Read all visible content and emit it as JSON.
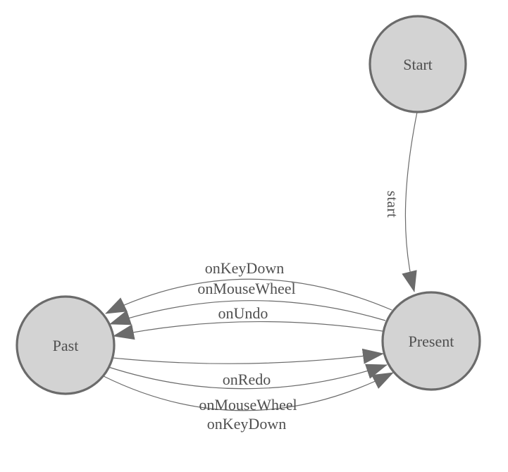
{
  "diagram": {
    "type": "state-machine",
    "nodes": [
      {
        "id": "start",
        "label": "Start"
      },
      {
        "id": "present",
        "label": "Present"
      },
      {
        "id": "past",
        "label": "Past"
      }
    ],
    "edges": [
      {
        "from": "start",
        "to": "present",
        "label": "start"
      },
      {
        "from": "present",
        "to": "past",
        "label": "onKeyDown"
      },
      {
        "from": "present",
        "to": "past",
        "label": "onMouseWheel"
      },
      {
        "from": "present",
        "to": "past",
        "label": "onUndo"
      },
      {
        "from": "past",
        "to": "present",
        "label": "onRedo"
      },
      {
        "from": "past",
        "to": "present",
        "label": "onMouseWheel"
      },
      {
        "from": "past",
        "to": "present",
        "label": "onKeyDown"
      }
    ],
    "colors": {
      "node_fill": "#d3d3d3",
      "node_stroke": "#6b6b6b",
      "edge_stroke": "#6b6b6b",
      "arrow_fill": "#6b6b6b",
      "label_text": "#4f4f4f",
      "background": "#ffffff"
    }
  }
}
